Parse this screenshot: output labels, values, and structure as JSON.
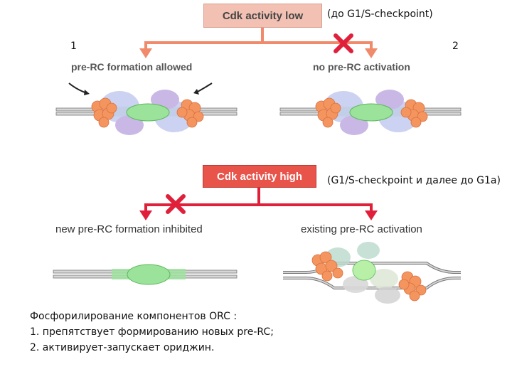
{
  "top": {
    "box_label": "Cdk activity low",
    "stage_note": "(до G1/S-checkpoint)",
    "left_number": "1",
    "right_number": "2",
    "left_caption": "pre-RC formation allowed",
    "right_caption": "no pre-RC activation"
  },
  "bottom": {
    "box_label": "Cdk activity high",
    "stage_note": "(G1/S-checkpoint и далее до G1a)",
    "left_caption": "new pre-RC formation inhibited",
    "right_caption": "existing pre-RC activation"
  },
  "notes": {
    "heading": "Фосфорилирование компонентов ORC :",
    "items": [
      "1.  препятствует формированию новых pre-RC;",
      "2.  активирует-запускает ориджин."
    ]
  },
  "colors": {
    "arrow_low": "#f08a6a",
    "arrow_high": "#e0203a",
    "cross": "#e0203a",
    "orange": "#f4955f",
    "blue": "#c6cdf0",
    "purple": "#c9b7e6",
    "green": "#9be39b"
  }
}
